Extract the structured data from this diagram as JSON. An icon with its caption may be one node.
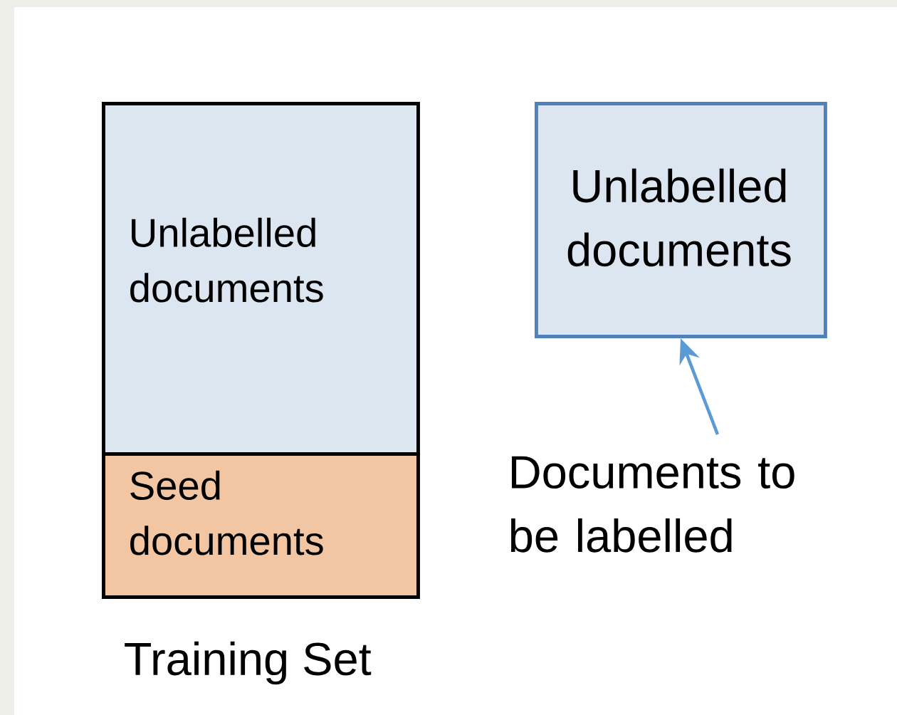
{
  "diagram": {
    "nodes": [
      {
        "text": [
          "Unlabelled documents"
        ]
      },
      {
        "text": [
          "Seed documents"
        ]
      },
      {
        "text": [
          "Unlabelled documents"
        ]
      },
      {
        "text": [
          "Documents to be labelled"
        ]
      }
    ],
    "edges": [
      {
        "from": 3,
        "to": 2,
        "arrow": "to",
        "color": "#5b9bd5"
      }
    ],
    "labels": [
      "Training Set"
    ]
  }
}
